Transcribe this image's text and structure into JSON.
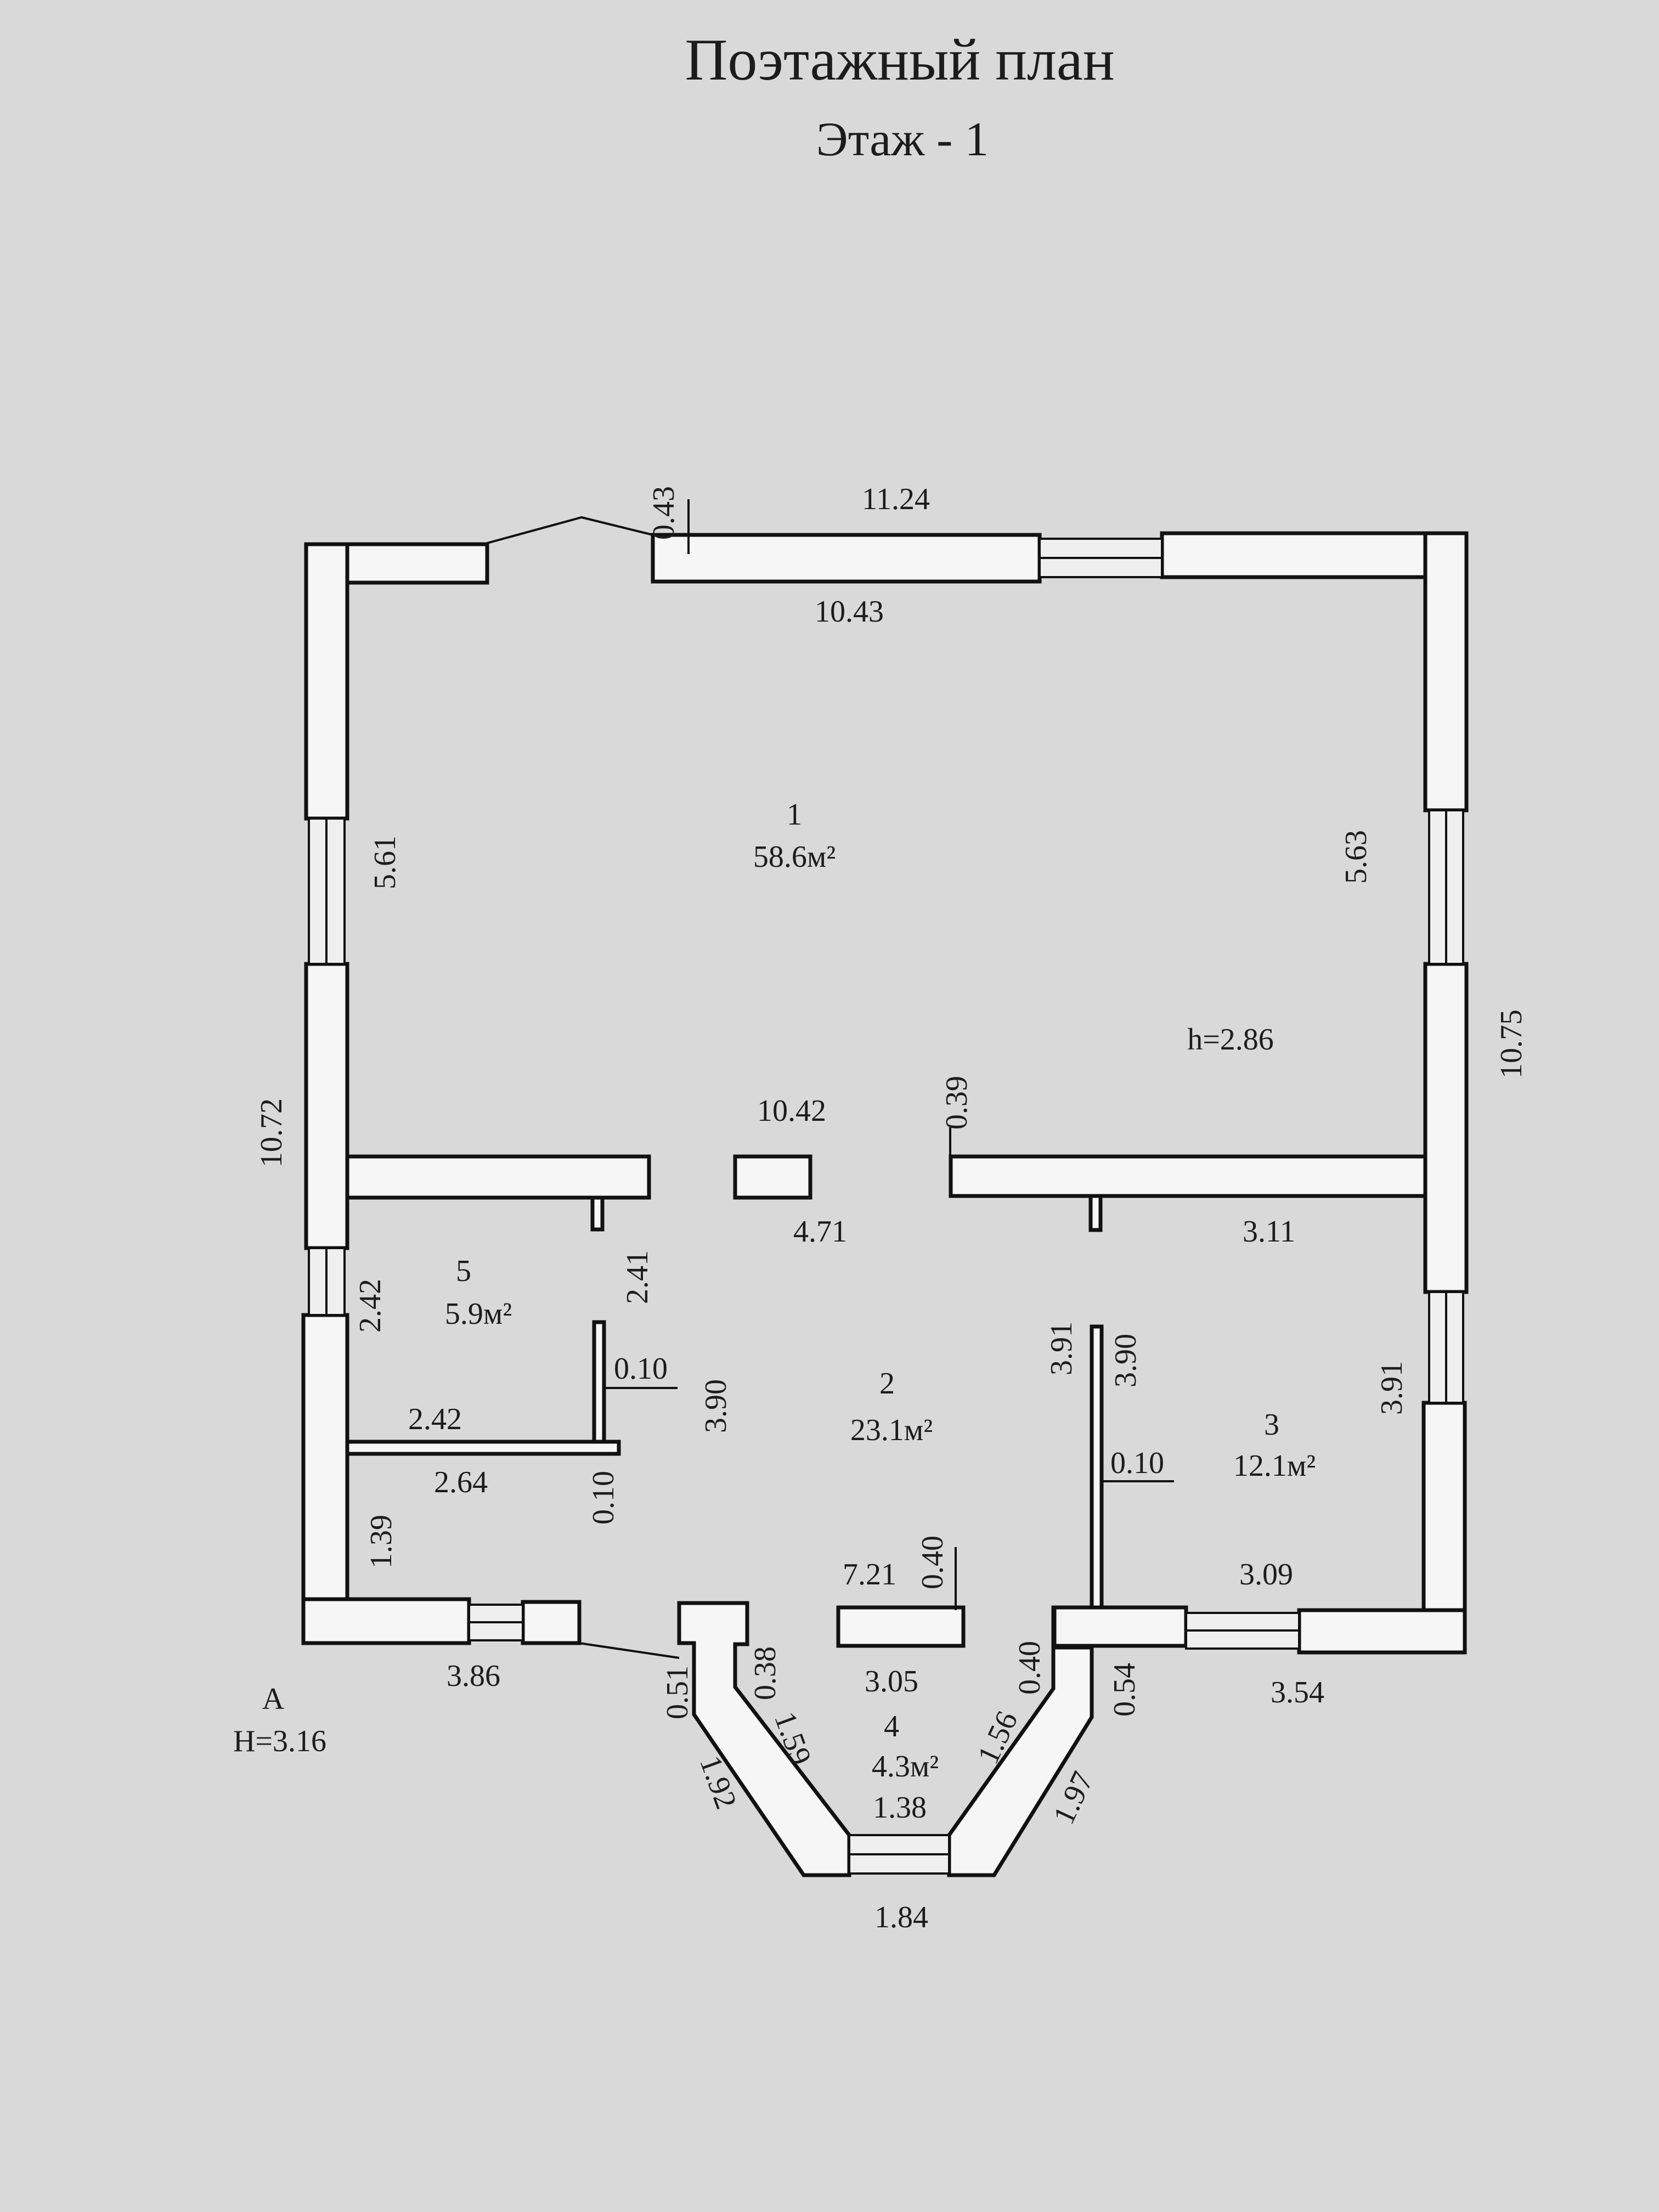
{
  "title": "Поэтажный план",
  "subtitle": "Этаж - 1",
  "ceiling_height": "h=2.86",
  "rooms": [
    {
      "number": "1",
      "area": "58.6м²"
    },
    {
      "number": "2",
      "area": "23.1м²"
    },
    {
      "number": "3",
      "area": "12.1м²"
    },
    {
      "number": "4",
      "area": "4.3м²"
    },
    {
      "number": "5",
      "area": "5.9м²"
    }
  ],
  "marker": {
    "letter": "А",
    "height": "H=3.16"
  },
  "dimensions": {
    "top_outer": "11.24",
    "top_inner": "10.43",
    "top_wall": "0.43",
    "left_inner_top": "5.61",
    "left_outer": "10.72",
    "right_inner_top": "5.63",
    "right_outer": "10.75",
    "partition_length": "10.42",
    "partition_thickness": "0.39",
    "opening_width": "4.71",
    "right_upper_partition": "3.11",
    "room5_height": "2.42",
    "room5_partition": "2.41",
    "partition_thin_left": "0.10",
    "hall_height": "3.90",
    "room5_width": "2.42",
    "hall_left_width": "2.64",
    "partition_thin_left_v": "0.10",
    "left_lower": "1.39",
    "bottom_left": "3.86",
    "room3_left_a": "3.91",
    "room3_left_b": "3.90",
    "partition_thin_right": "0.10",
    "room3_right": "3.91",
    "room3_bottom_inner": "3.09",
    "room3_bottom_outer": "3.54",
    "hall_bottom": "7.21",
    "hall_bottom_wall": "0.40",
    "bay_opening": "3.05",
    "bay_left_wall": "0.51",
    "bay_left_inner_wall": "0.38",
    "bay_left_inner": "1.59",
    "bay_left_outer": "1.92",
    "bay_right_inner": "1.56",
    "bay_right_wall": "0.40",
    "bay_right_outer_wall": "0.54",
    "bay_right_outer": "1.97",
    "bay_bottom_inner": "1.38",
    "bay_bottom_outer": "1.84"
  }
}
